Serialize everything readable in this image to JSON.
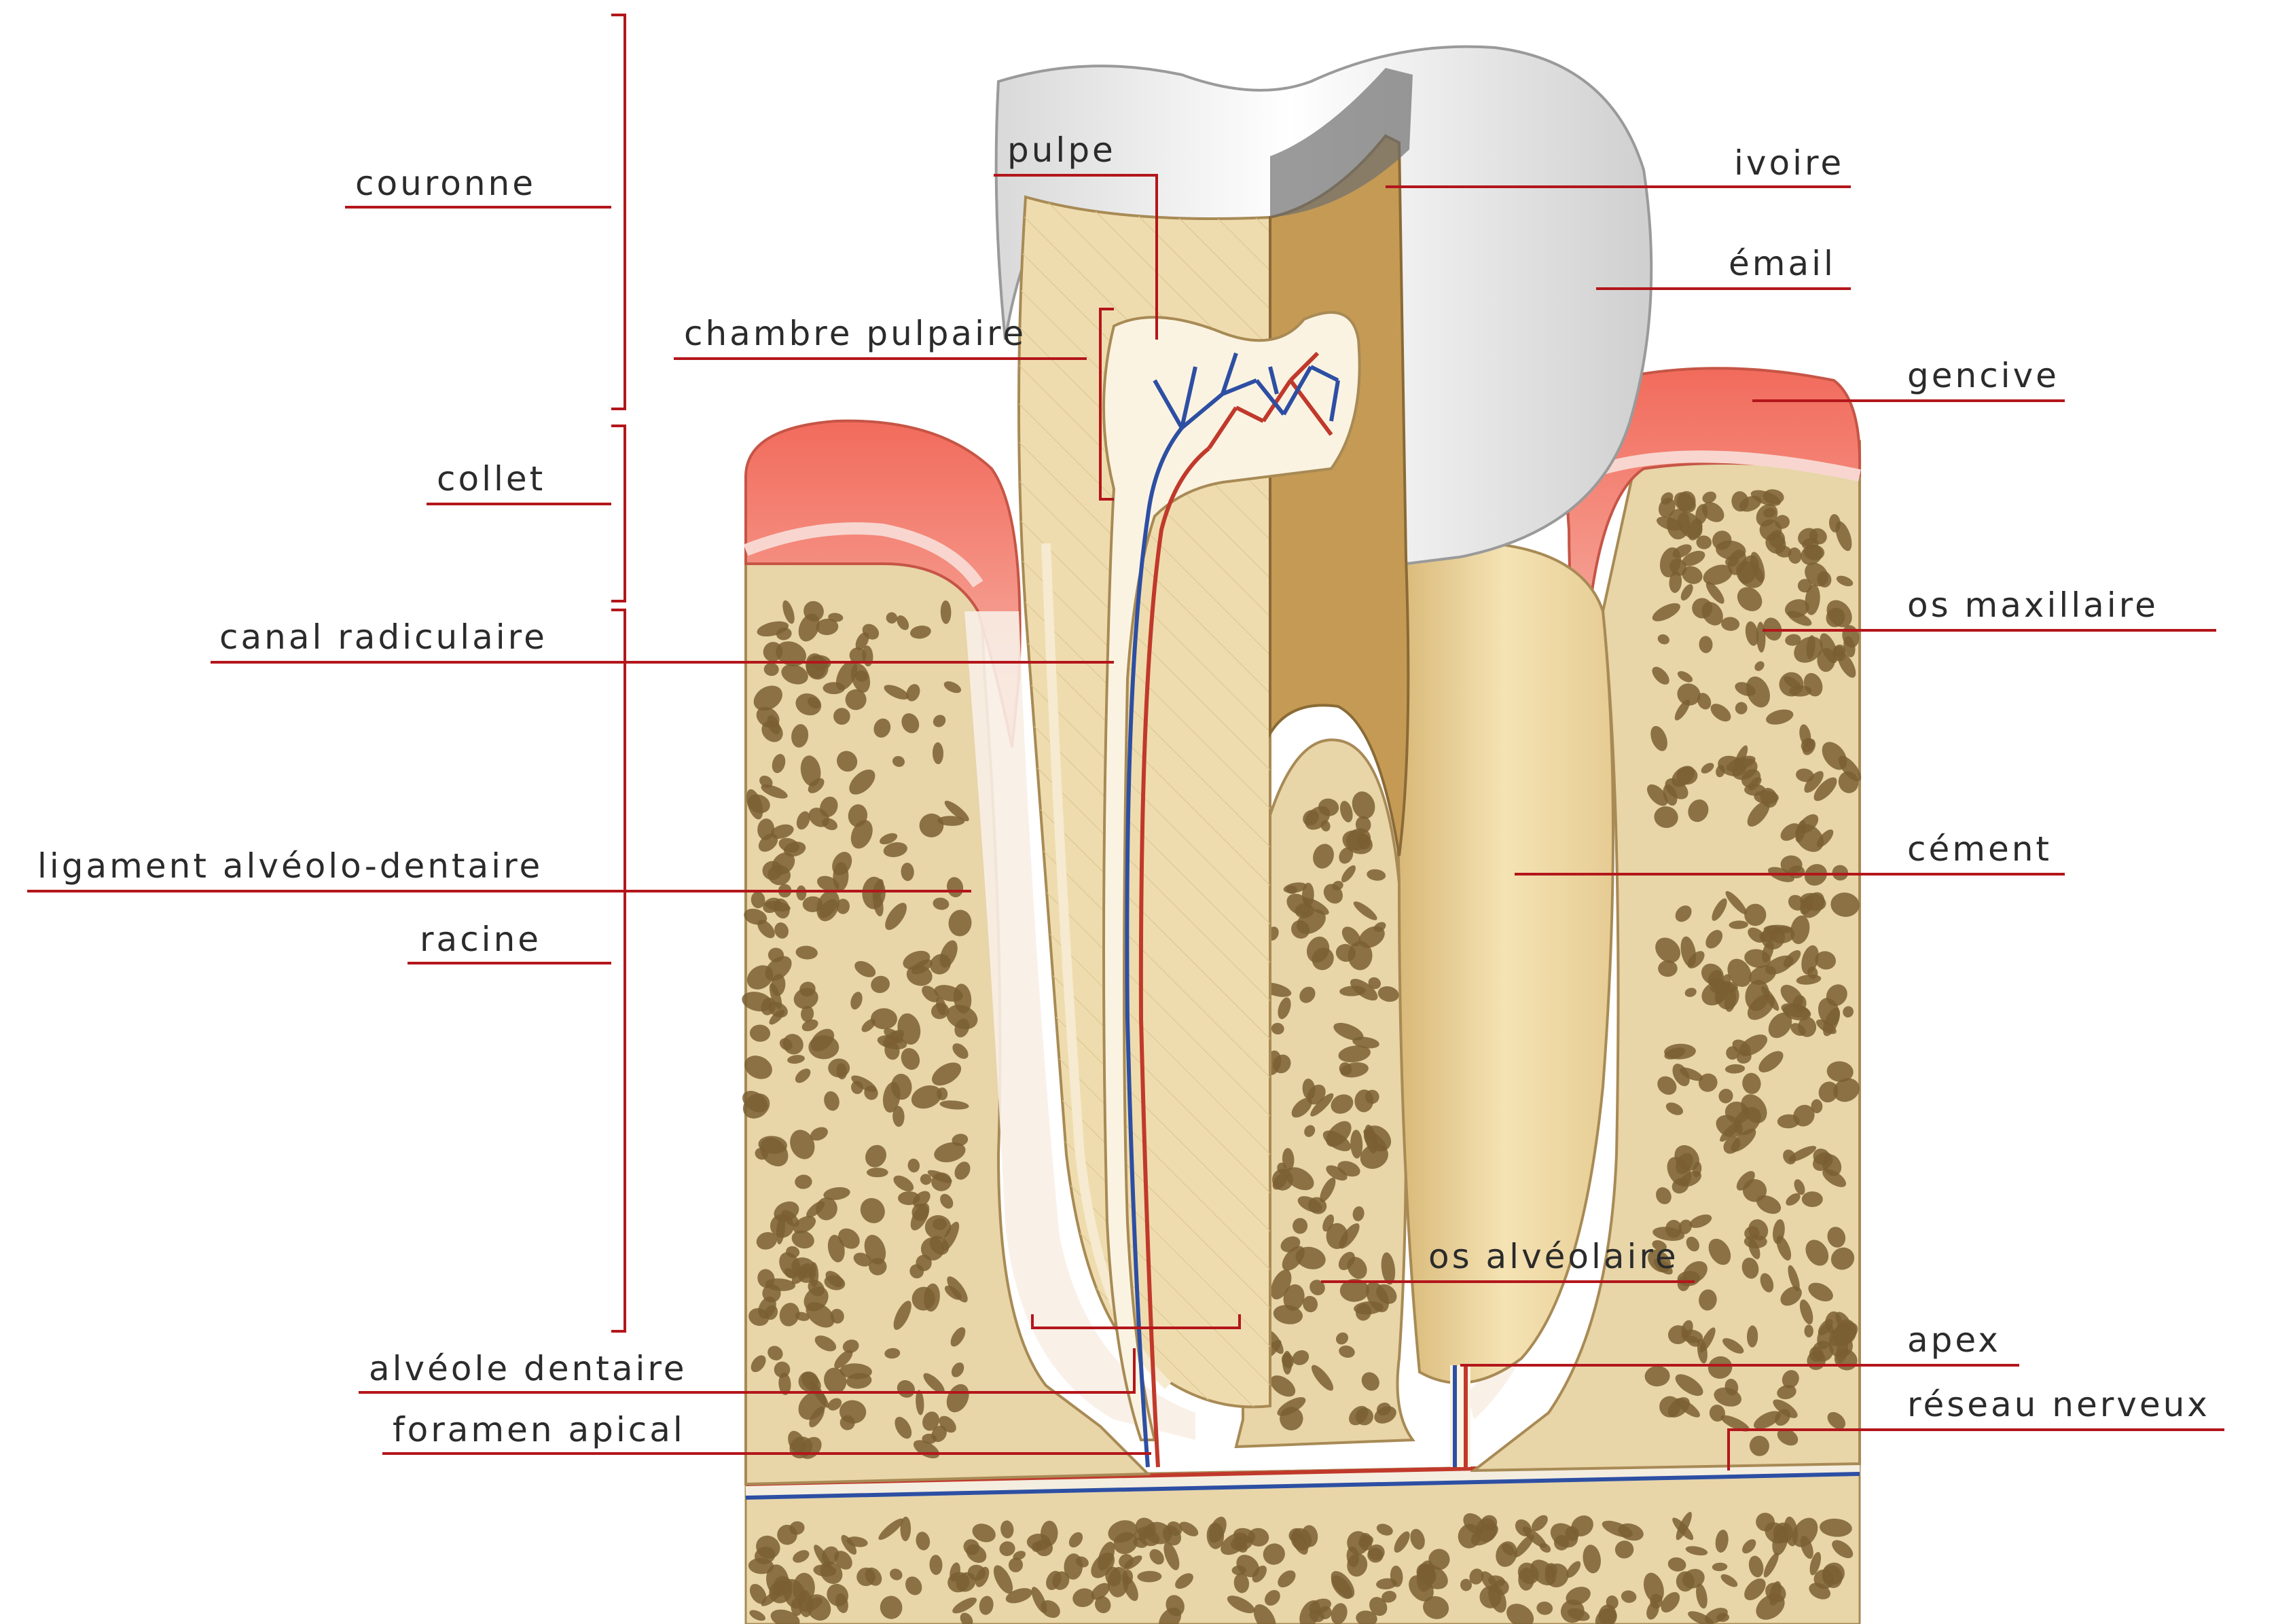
{
  "labels": {
    "couronne": "couronne",
    "collet": "collet",
    "canal_radiculaire": "canal radiculaire",
    "ligament": "ligament alvéolo-dentaire",
    "racine": "racine",
    "alveole_dentaire": "alvéole dentaire",
    "foramen_apical": "foramen apical",
    "pulpe": "pulpe",
    "chambre_pulpaire": "chambre pulpaire",
    "ivoire": "ivoire",
    "email": "émail",
    "gencive": "gencive",
    "os_maxillaire": "os maxillaire",
    "cement": "cément",
    "os_alveolaire": "os alvéolaire",
    "apex": "apex",
    "reseau_nerveux": "réseau nerveux"
  },
  "colors": {
    "leader_line": "#b3161b",
    "bone": "#e8d5a8",
    "bone_hole": "#7a5f33",
    "dentin": "#efdcae",
    "dentin_cut": "#c49a55",
    "enamel": "#f2f2f2",
    "gum": "#ee7f70",
    "cementum_root": "#f1e4b8",
    "pulp": "#fbf3e2",
    "vein": "#2d4fa3",
    "artery": "#c0392b"
  }
}
